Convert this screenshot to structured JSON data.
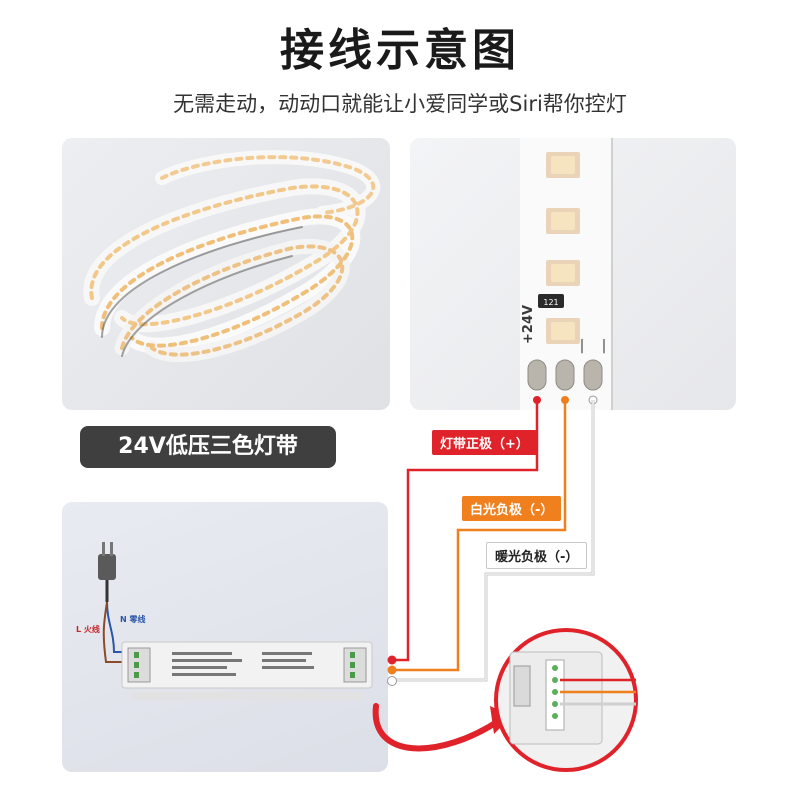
{
  "header": {
    "title": "接线示意图",
    "subtitle": "无需走动，动动口就能让小爱同学或Siri帮你控灯"
  },
  "product": {
    "badge": "24V低压三色灯带"
  },
  "strip_closeup": {
    "voltage_label": "+24V",
    "resistor_code": "121"
  },
  "wires": {
    "positive": "灯带正极（+）",
    "white_negative": "白光负极（-）",
    "warm_negative": "暖光负极（-）"
  },
  "mains": {
    "neutral": "N 零线",
    "live": "L 火线"
  },
  "colors": {
    "positive_wire": "#e0222a",
    "white_wire": "#f07f1e",
    "warm_wire": "#d9d9d9",
    "badge_bg": "#3f3f3f"
  }
}
